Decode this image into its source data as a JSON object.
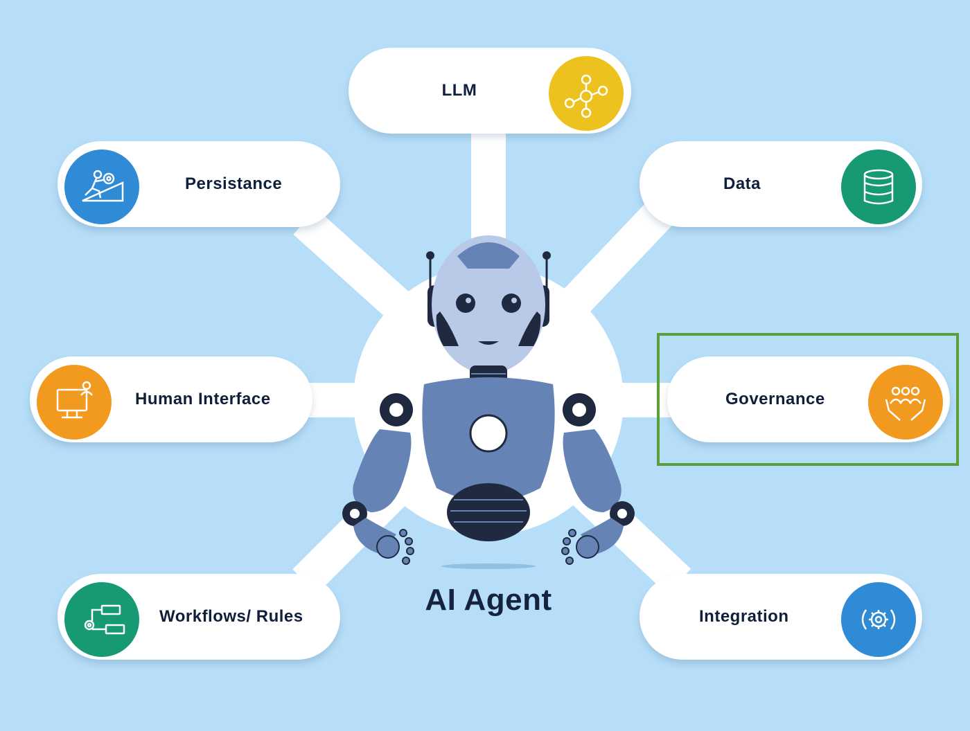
{
  "title": "AI Agent",
  "colors": {
    "background": "#b6def8",
    "connector": "#ffffff",
    "robot_body": "#6683b6",
    "robot_face": "#b9c9e8",
    "robot_dark": "#1f2a40",
    "highlight": "#5aa03a"
  },
  "nodes": {
    "llm": {
      "label": "LLM",
      "icon": "network-icon",
      "color": "#eec21e"
    },
    "persistance": {
      "label": "Persistance",
      "icon": "climb-icon",
      "color": "#2f8bd6"
    },
    "data": {
      "label": "Data",
      "icon": "database-icon",
      "color": "#179a73"
    },
    "human_interface": {
      "label": "Human Interface",
      "icon": "monitor-user-icon",
      "color": "#f29a1f"
    },
    "governance": {
      "label": "Governance",
      "icon": "people-hands-icon",
      "color": "#f29a1f"
    },
    "workflows": {
      "label": "Workflows/ Rules",
      "icon": "workflow-icon",
      "color": "#179a73"
    },
    "integration": {
      "label": "Integration",
      "icon": "gear-icon",
      "color": "#2f8bd6"
    }
  }
}
